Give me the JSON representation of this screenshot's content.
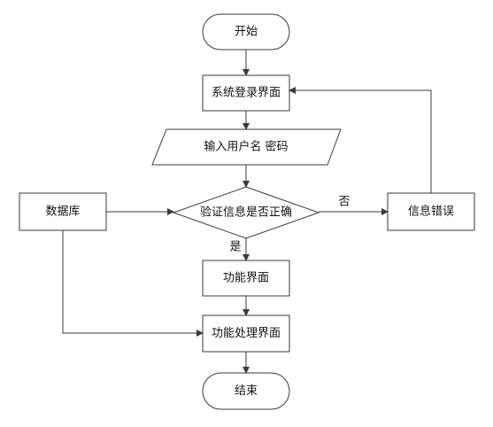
{
  "nodes": {
    "start": "开始",
    "login": "系统登录界面",
    "input": "输入用户名 密码",
    "verify": "验证信息是否正确",
    "database": "数据库",
    "error": "信息错误",
    "function": "功能界面",
    "processing": "功能处理界面",
    "end": "结束"
  },
  "edges": {
    "yes": "是",
    "no": "否"
  },
  "colors": {
    "stroke": "#3a3a3a",
    "fill": "#ffffff",
    "text": "#111111"
  }
}
